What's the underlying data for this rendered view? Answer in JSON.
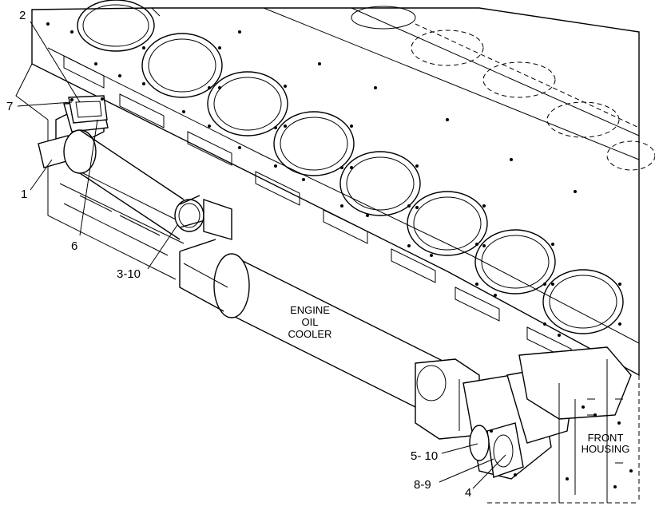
{
  "callouts": {
    "c1": "1",
    "c2": "2",
    "c3": "3-10",
    "c4": "4",
    "c5": "5- 10",
    "c6": "6",
    "c7": "7",
    "c8": "8-9"
  },
  "labels": {
    "oil_cooler_line1": "ENGINE",
    "oil_cooler_line2": "OIL",
    "oil_cooler_line3": "COOLER",
    "front_housing_line1": "FRONT",
    "front_housing_line2": "HOUSING"
  }
}
